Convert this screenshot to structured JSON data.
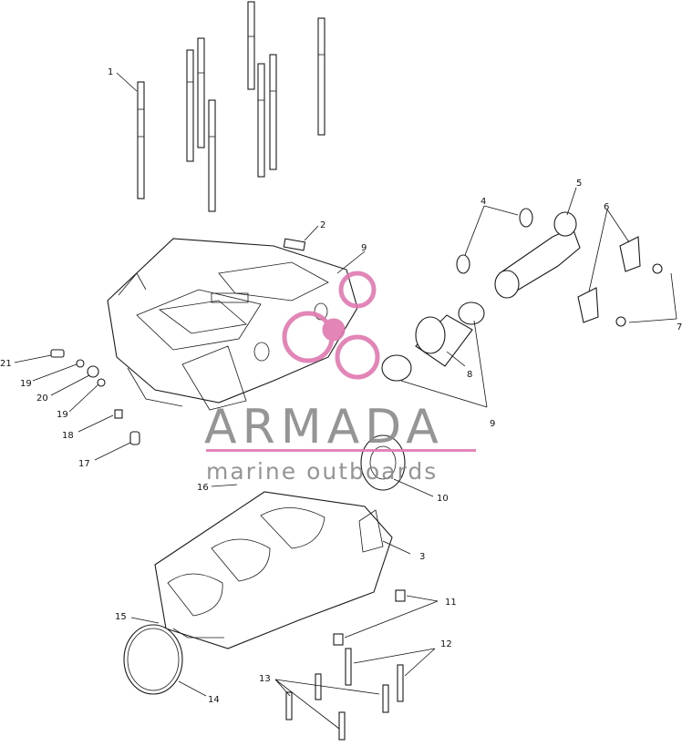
{
  "diagram": {
    "callouts": [
      {
        "id": "c1",
        "text": "1"
      },
      {
        "id": "c2",
        "text": "2"
      },
      {
        "id": "c3",
        "text": "3"
      },
      {
        "id": "c4",
        "text": "4"
      },
      {
        "id": "c5",
        "text": "5"
      },
      {
        "id": "c6",
        "text": "6"
      },
      {
        "id": "c7",
        "text": "7"
      },
      {
        "id": "c8",
        "text": "8"
      },
      {
        "id": "c9",
        "text": "9"
      },
      {
        "id": "c10",
        "text": "10"
      },
      {
        "id": "c11",
        "text": "11"
      },
      {
        "id": "c12",
        "text": "12"
      },
      {
        "id": "c13",
        "text": "13"
      },
      {
        "id": "c14",
        "text": "14"
      },
      {
        "id": "c15",
        "text": "15"
      },
      {
        "id": "c16",
        "text": "16"
      },
      {
        "id": "c17",
        "text": "17"
      },
      {
        "id": "c18",
        "text": "18"
      },
      {
        "id": "c19a",
        "text": "19"
      },
      {
        "id": "c19b",
        "text": "19"
      },
      {
        "id": "c20",
        "text": "20"
      },
      {
        "id": "c21",
        "text": "21"
      },
      {
        "id": "c9b",
        "text": "9"
      }
    ]
  },
  "watermark": {
    "brand": "ARMADA",
    "tagline": "marine outboards",
    "color_text": "#8a8a8a",
    "color_accent": "#e07ab0"
  }
}
